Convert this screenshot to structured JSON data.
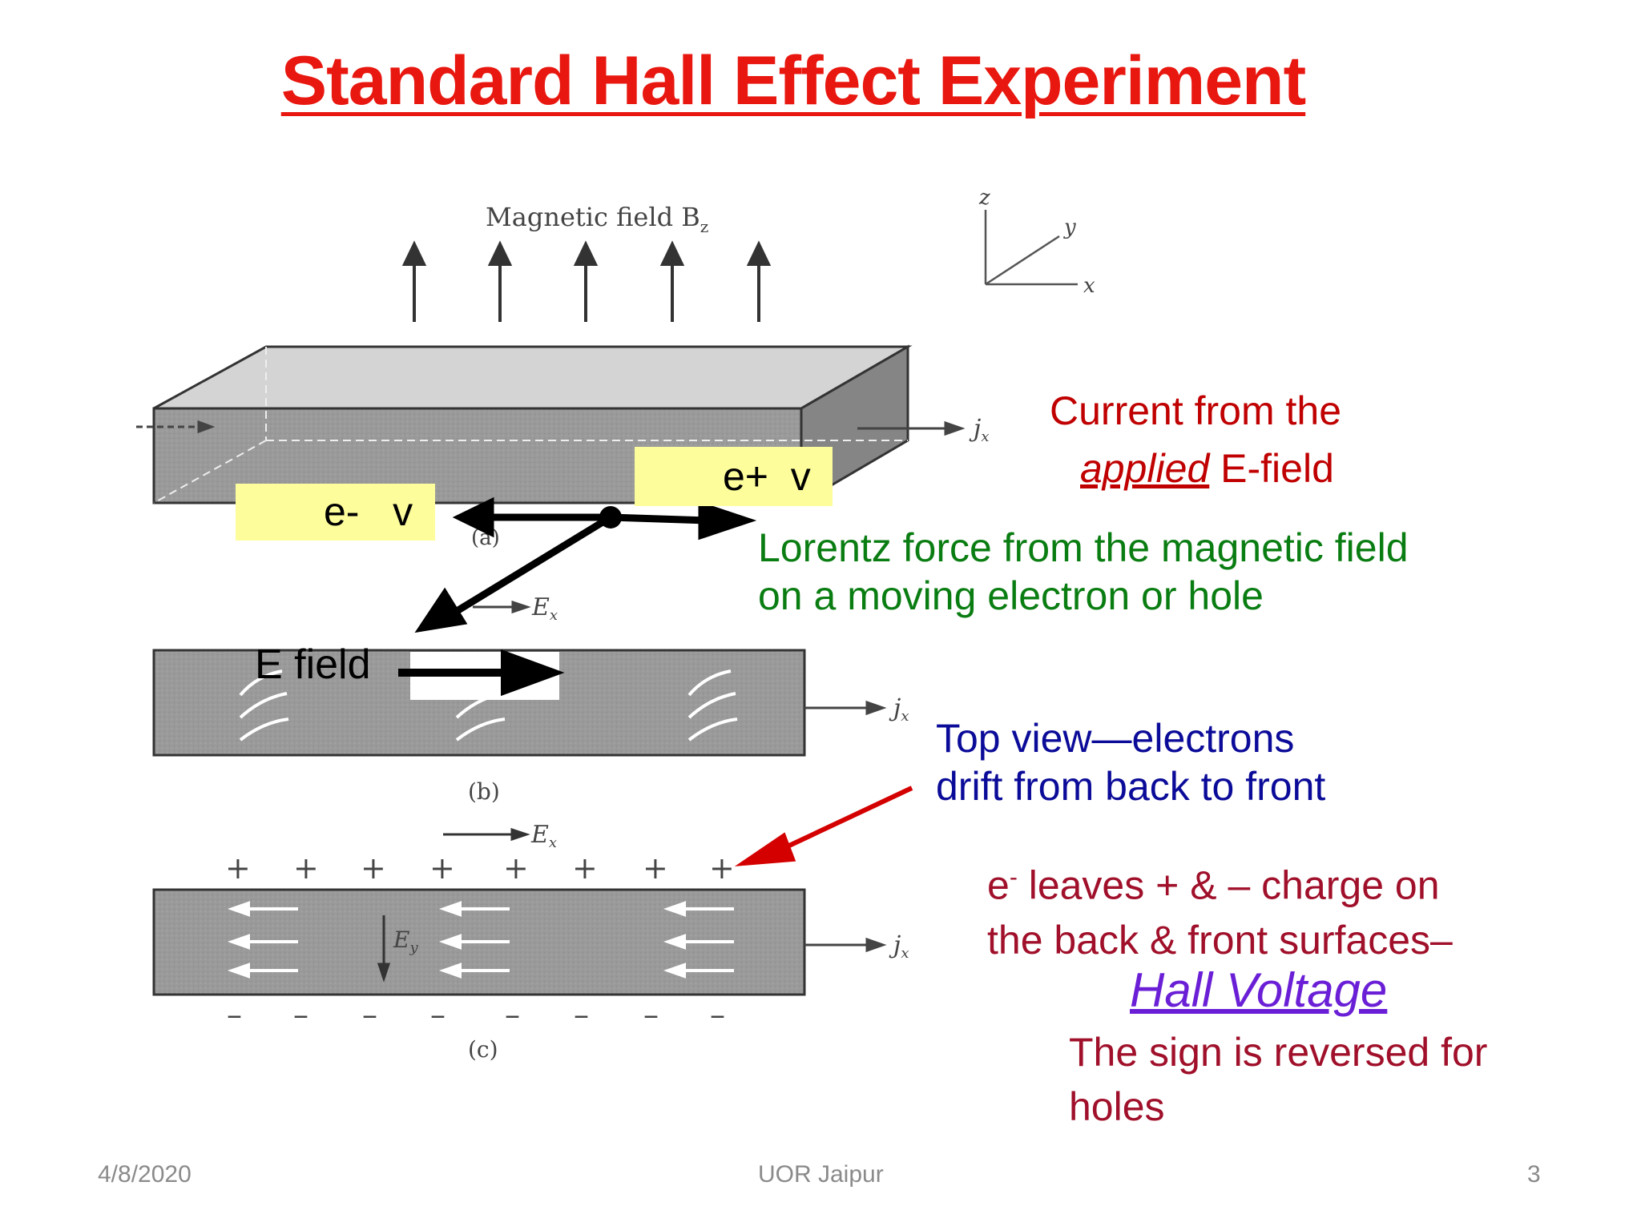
{
  "slide": {
    "title": "Standard Hall Effect Experiment",
    "footer": {
      "date": "4/8/2020",
      "center": "UOR Jaipur",
      "page": "3"
    }
  },
  "figure": {
    "magnetic_field_label": "Magnetic field B",
    "magnetic_field_sub": "z",
    "axes": {
      "z": "z",
      "y": "y",
      "x": "x"
    },
    "jx_label": "j",
    "jx_sub": "x",
    "ex_label": "E",
    "ex_sub": "x",
    "ey_label": "E",
    "ey_sub": "y",
    "panel_a": "(a)",
    "panel_b": "(b)",
    "panel_c": "(c)",
    "plus": "+",
    "minus": "–"
  },
  "labels": {
    "e_minus_v": "e-   v",
    "e_plus_v": "e+  v",
    "e_field": "E field"
  },
  "notes": {
    "current_line1": "Current from the",
    "current_applied": "applied",
    "current_rest": " E-field",
    "lorentz_line1": "Lorentz force from the magnetic field",
    "lorentz_line2": "on a moving electron or hole",
    "top_view_line1": "Top view—electrons",
    "top_view_line2": "drift from back to front",
    "eleaves_e": "e",
    "eleaves_sup": "-",
    "eleaves_rest": " leaves + & – charge on",
    "eleaves_line2": "the back & front surfaces–",
    "hall_voltage": "Hall Voltage",
    "sign_line1": "The sign is reversed for",
    "sign_line2": "holes"
  }
}
